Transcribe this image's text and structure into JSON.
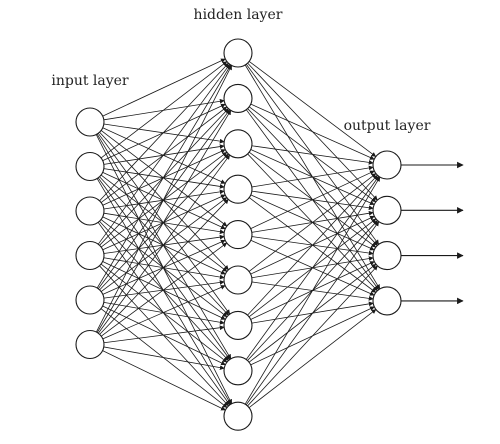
{
  "diagram": {
    "type": "feedforward-neural-network",
    "fully_connected": true,
    "labels": {
      "input": "input layer",
      "hidden": "hidden layer",
      "output": "output layer"
    },
    "layers": [
      {
        "name": "input",
        "neurons": 6
      },
      {
        "name": "hidden",
        "neurons": 9
      },
      {
        "name": "output",
        "neurons": 4
      }
    ],
    "output_arrows": 4,
    "colors": {
      "stroke": "#1a1a1a",
      "fill": "#ffffff",
      "text": "#222222"
    }
  }
}
